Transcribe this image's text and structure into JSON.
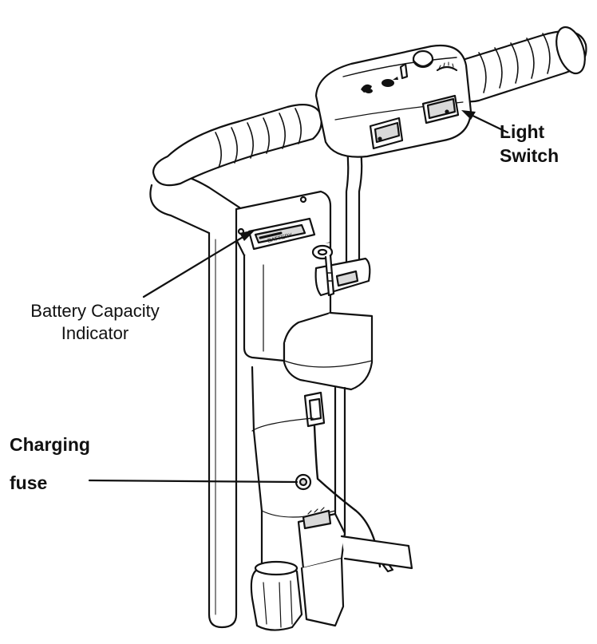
{
  "labels": {
    "light_switch": [
      "Light",
      "Switch"
    ],
    "battery_indicator": [
      "Battery Capacity",
      "Indicator"
    ],
    "charging_fuse": [
      "Charging",
      "fuse"
    ]
  },
  "console": {
    "battery_text": "BATTERY"
  },
  "colors": {
    "ink": "#111111",
    "paper": "#ffffff",
    "shade": "#d9d9d9"
  }
}
